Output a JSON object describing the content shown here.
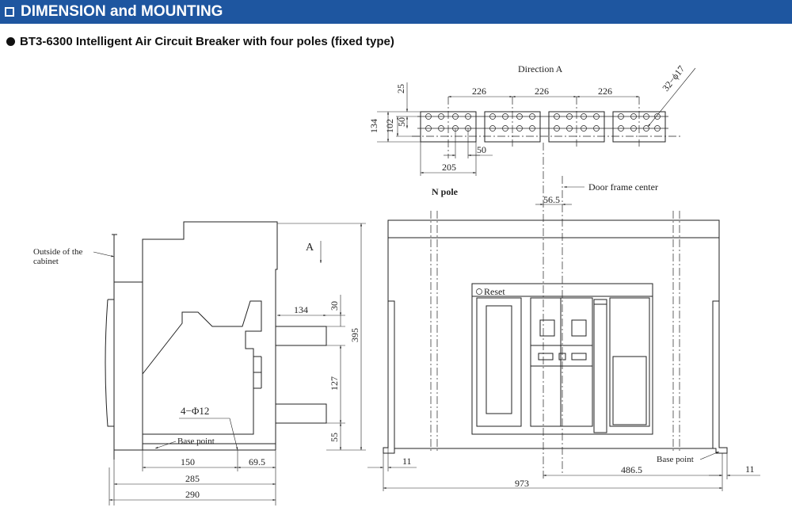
{
  "header": {
    "title": "DIMENSION and MOUNTING",
    "color": "#1e56a0"
  },
  "subtitle": "BT3-6300 Intelligent Air Circuit Breaker with four poles (fixed type)",
  "labels": {
    "direction_a": "Direction A",
    "n_pole": "N pole",
    "door_frame_center": "Door frame center",
    "outside_cabinet_1": "Outside of the",
    "outside_cabinet_2": "cabinet",
    "base_point_left": "Base point",
    "base_point_right": "Base point",
    "arrow_a": "A",
    "reset": "Reset",
    "hole_spec_left": "4−Φ12",
    "hole_spec_top": "32−ϕ17"
  },
  "dimensions": {
    "top_25": "25",
    "top_226_a": "226",
    "top_226_b": "226",
    "top_226_c": "226",
    "top_134": "134",
    "top_102": "102",
    "top_50_v": "50",
    "top_50_h": "50",
    "top_205": "205",
    "offset_56_5": "56.5",
    "side_134": "134",
    "side_30": "30",
    "side_395": "395",
    "side_127": "127",
    "side_55": "55",
    "side_150": "150",
    "side_69_5": "69.5",
    "side_285": "285",
    "side_290": "290",
    "front_11_left": "11",
    "front_11_right": "11",
    "front_486_5": "486.5",
    "front_973": "973"
  }
}
